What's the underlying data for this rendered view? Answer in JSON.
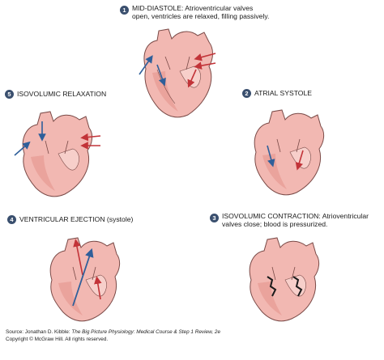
{
  "steps": [
    {
      "number": "1",
      "title": "MID-DIASTOLE:",
      "text": "Atrioventricular valves open, ventricles are relaxed, filling passively."
    },
    {
      "number": "2",
      "title": "ATRIAL SYSTOLE",
      "text": ""
    },
    {
      "number": "3",
      "title": "ISOVOLUMIC CONTRACTION:",
      "text": "Atrioventricular valves close; blood is pressurized."
    },
    {
      "number": "4",
      "title": "VENTRICULAR EJECTION",
      "text": "(systole)"
    },
    {
      "number": "5",
      "title": "ISOVOLUMIC RELAXATION",
      "text": ""
    }
  ],
  "source": {
    "prefix": "Source: Jonathan D. Kibble: ",
    "book": "The Big Picture Physiology: Medical Course & Step 1 Review, 2e",
    "copyright": "Copyright © McGraw Hill. All rights reserved."
  },
  "colors": {
    "heart_fill": "#f2b8b2",
    "heart_shade": "#e79a93",
    "heart_inner": "#f7cfca",
    "outline": "#7a4a47",
    "arrow_blue": "#2f5f9a",
    "arrow_red": "#c23338",
    "badge": "#3a4f6e",
    "valve_closed": "#1a1a1a"
  }
}
